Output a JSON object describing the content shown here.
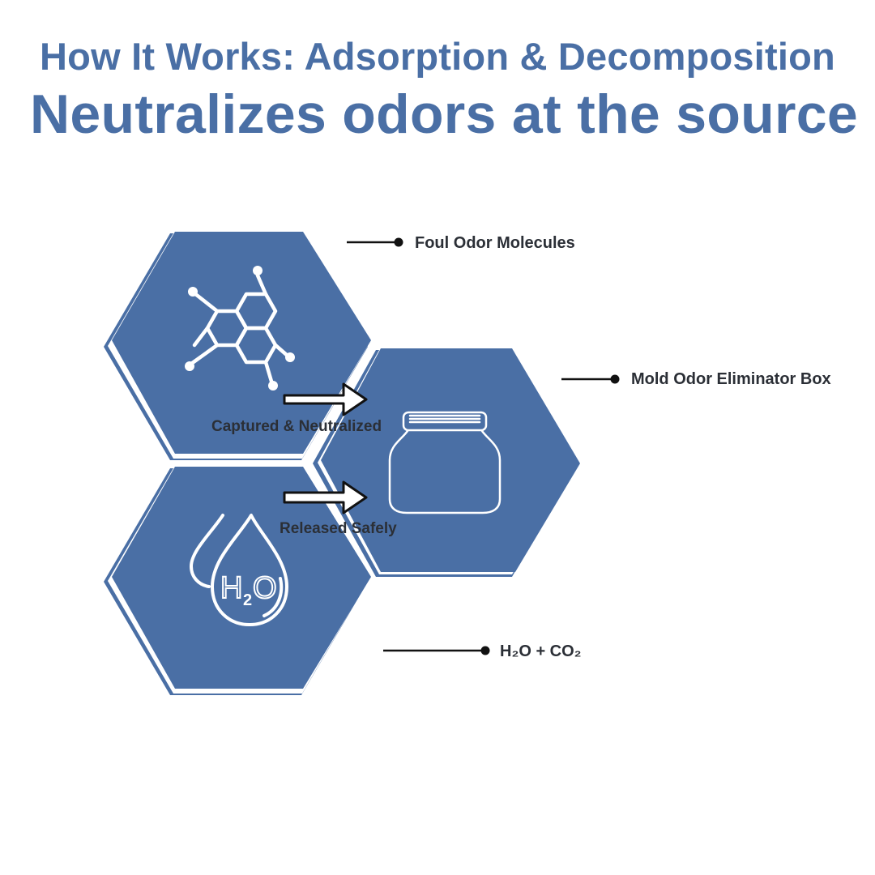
{
  "header": {
    "subtitle": "How It Works: Adsorption & Decomposition",
    "title": "Neutralizes odors at the source"
  },
  "colors": {
    "brand_blue": "#4a6fa5",
    "text_dark": "#2b2f36",
    "line_black": "#111111",
    "white": "#ffffff"
  },
  "callouts": {
    "odor": "Foul Odor Molecules",
    "box": "Mold Odor Eliminator Box",
    "output": "H₂O + CO₂"
  },
  "flow": {
    "captured": "Captured & Neutralized",
    "released": "Released Safely"
  },
  "icons": {
    "molecule": "molecule-icon",
    "jar": "jar-icon",
    "water": "h2o-droplet-icon",
    "water_text_h": "H",
    "water_text_2": "2",
    "water_text_o": "O"
  }
}
